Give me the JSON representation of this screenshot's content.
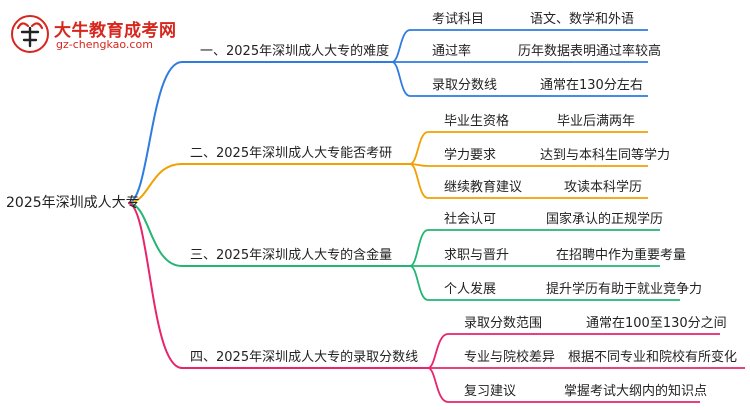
{
  "logo": {
    "name": "大牛教育成考网",
    "url": "gz-chengkao.com"
  },
  "root": "2025年深圳成人大专",
  "colors": [
    "#2f7be0",
    "#f0a000",
    "#22b573",
    "#e8246c"
  ],
  "branches": [
    {
      "label": "一、2025年深圳成人大专的难度",
      "leaves": [
        {
          "label": "考试科目",
          "value": "语文、数学和外语"
        },
        {
          "label": "通过率",
          "value": "历年数据表明通过率较高"
        },
        {
          "label": "录取分数线",
          "value": "通常在130分左右"
        }
      ]
    },
    {
      "label": "二、2025年深圳成人大专能否考研",
      "leaves": [
        {
          "label": "毕业生资格",
          "value": "毕业后满两年"
        },
        {
          "label": "学力要求",
          "value": "达到与本科生同等学力"
        },
        {
          "label": "继续教育建议",
          "value": "攻读本科学历"
        }
      ]
    },
    {
      "label": "三、2025年深圳成人大专的含金量",
      "leaves": [
        {
          "label": "社会认可",
          "value": "国家承认的正规学历"
        },
        {
          "label": "求职与晋升",
          "value": "在招聘中作为重要考量"
        },
        {
          "label": "个人发展",
          "value": "提升学历有助于就业竞争力"
        }
      ]
    },
    {
      "label": "四、2025年深圳成人大专的录取分数线",
      "leaves": [
        {
          "label": "录取分数范围",
          "value": "通常在100至130分之间"
        },
        {
          "label": "专业与院校差异",
          "value": "根据不同专业和院校有所变化"
        },
        {
          "label": "复习建议",
          "value": "掌握考试大纲内的知识点"
        }
      ]
    }
  ]
}
